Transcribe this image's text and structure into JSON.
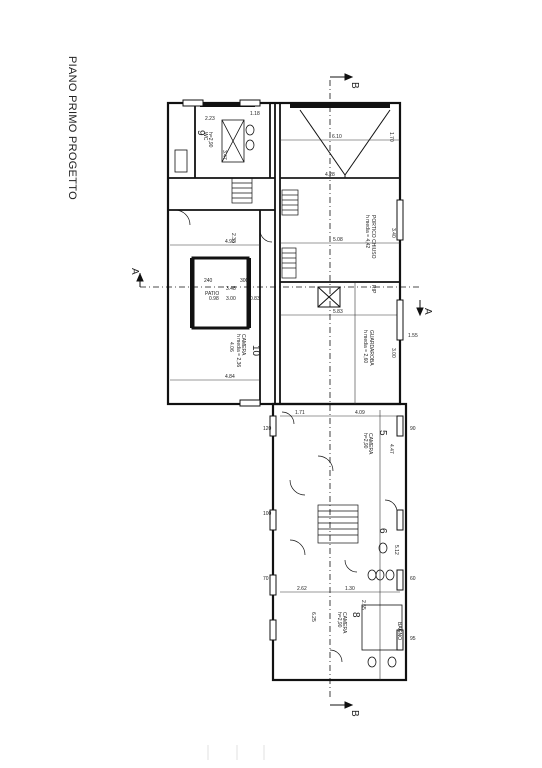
{
  "title": "PIANO PRIMO PROGETTO",
  "sections": {
    "a": "A",
    "b": "B"
  },
  "rooms": [
    {
      "number": "9",
      "name": "WC",
      "height": "h=2,90"
    },
    {
      "number": "",
      "name": "PATIO",
      "height": ""
    },
    {
      "number": "10",
      "name": "CAMERA",
      "height": "h media = 2,36"
    },
    {
      "number": "",
      "name": "PORTICO CHIUSO",
      "height": "h media = 4,42"
    },
    {
      "number": "",
      "name": "GUARDAROBA",
      "height": "h media = 2,60"
    },
    {
      "number": "5",
      "name": "CAMERA",
      "height": "h=2,90"
    },
    {
      "number": "6",
      "name": "",
      "height": ""
    },
    {
      "number": "8",
      "name": "CAMERA",
      "height": "h=2,90"
    },
    {
      "number": "",
      "name": "BAGNO",
      "height": ""
    }
  ],
  "labels": {
    "rip": "RIP"
  },
  "dimensions": {
    "d610": "6.10",
    "d428": "4.28",
    "d508": "5.08",
    "d583": "5.83",
    "d493": "4.93",
    "d233": "2.33",
    "d484": "4.84",
    "d409": "4.09",
    "d171": "1.71",
    "d262": "2.62",
    "d130": "1.30",
    "d625": "6.25",
    "d347": "3.47",
    "d223": "2.23",
    "d348": "3.48",
    "d300": "3.00",
    "d098": "0.98",
    "d083": "0.83",
    "d406": "4.06",
    "d300b": "3.00",
    "d447": "4.47",
    "d512": "5.12",
    "d255": "2.55",
    "d155": "1.55",
    "d120": "120",
    "d80": "80",
    "d240": "240",
    "d300c": "300",
    "d90": "90",
    "d100": "100",
    "d70": "70",
    "d60": "60",
    "d95": "95",
    "d170": "1.70",
    "d118": "1.18",
    "d340": "3.40",
    "d300d": "3.00"
  },
  "colors": {
    "line": "#111111",
    "thin": "#555555",
    "paper": "#ffffff"
  }
}
